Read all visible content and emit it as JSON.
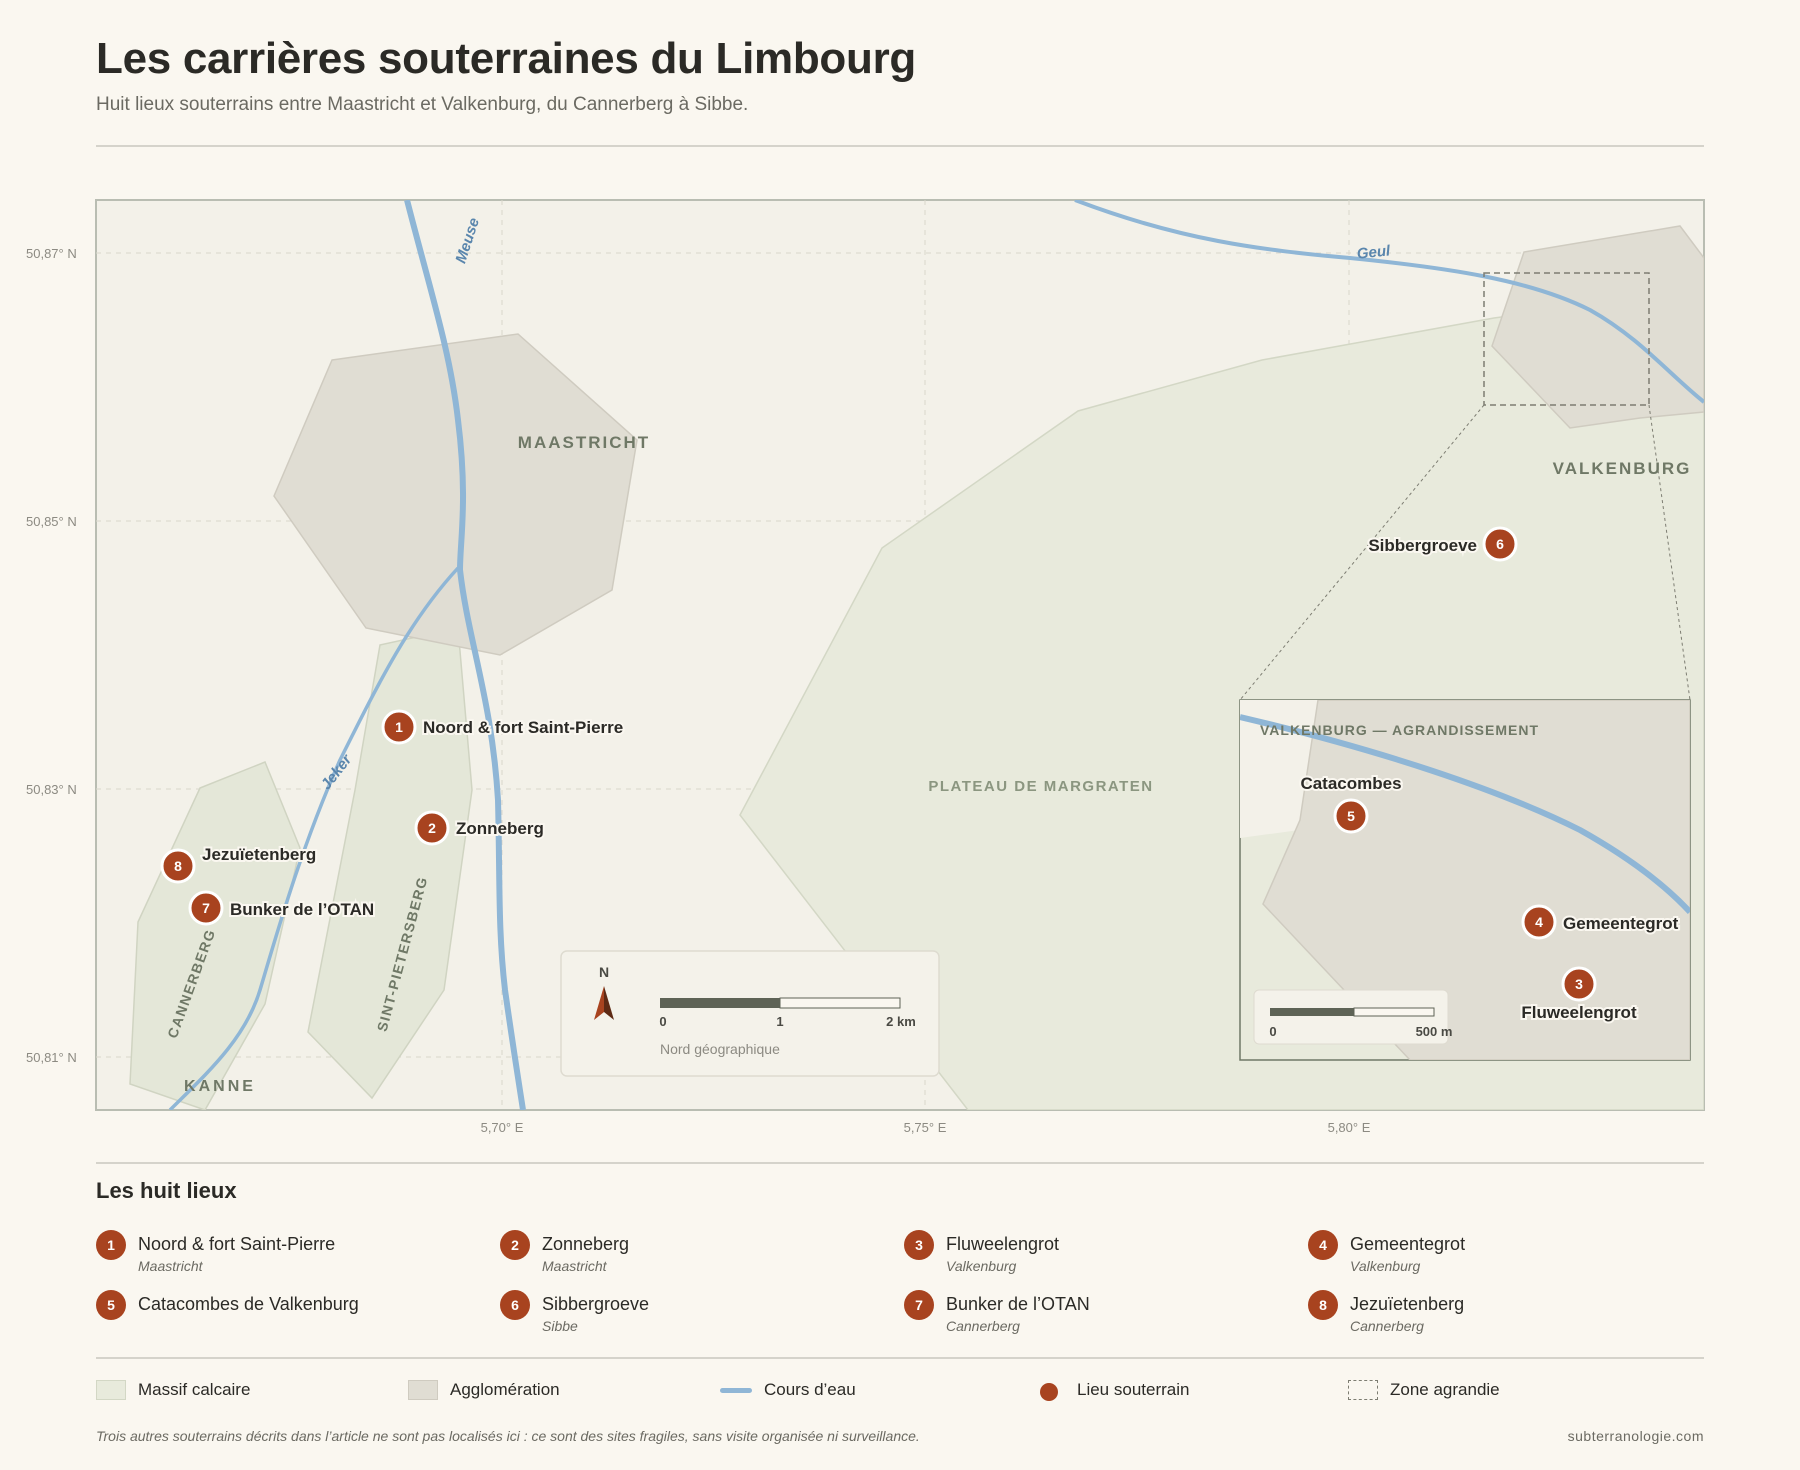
{
  "title": "Les carrières souterraines du Limbourg",
  "subtitle": "Huit lieux souterrains entre Maastricht et Valkenburg, du Cannerberg à Sibbe.",
  "map": {
    "lat_labels": [
      "50,87° N",
      "50,85° N",
      "50,83° N",
      "50,81° N"
    ],
    "lon_labels": [
      "5,70° E",
      "5,75° E",
      "5,80° E"
    ],
    "places": {
      "maastricht": "MAASTRICHT",
      "valkenburg": "VALKENBURG",
      "plateau": "PLATEAU DE MARGRATEN",
      "kanne": "KANNE",
      "cannerberg": "CANNERBERG",
      "sint_pietersberg": "SINT-PIETERSBERG"
    },
    "rivers": {
      "meuse": "Meuse",
      "geul": "Geul",
      "jeker": "Jeker"
    },
    "markers": [
      {
        "num": "1",
        "label": "Noord & fort Saint-Pierre"
      },
      {
        "num": "2",
        "label": "Zonneberg"
      },
      {
        "num": "6",
        "label": "Sibbergroeve"
      },
      {
        "num": "7",
        "label": "Bunker de l’OTAN"
      },
      {
        "num": "8",
        "label": "Jezuïetenberg"
      }
    ],
    "compass": {
      "north": "N",
      "caption": "Nord géographique"
    },
    "scale": {
      "ticks": [
        "0",
        "1",
        "2 km"
      ]
    },
    "inset": {
      "title": "VALKENBURG — AGRANDISSEMENT",
      "markers": [
        {
          "num": "5",
          "label": "Catacombes"
        },
        {
          "num": "4",
          "label": "Gemeentegrot"
        },
        {
          "num": "3",
          "label": "Fluweelengrot"
        }
      ],
      "scale": {
        "ticks": [
          "0",
          "500 m"
        ]
      }
    }
  },
  "locations_title": "Les huit lieux",
  "locations": [
    {
      "num": "1",
      "name": "Noord & fort Saint-Pierre",
      "place": "Maastricht"
    },
    {
      "num": "2",
      "name": "Zonneberg",
      "place": "Maastricht"
    },
    {
      "num": "3",
      "name": "Fluweelengrot",
      "place": "Valkenburg"
    },
    {
      "num": "4",
      "name": "Gemeentegrot",
      "place": "Valkenburg"
    },
    {
      "num": "5",
      "name": "Catacombes de Valkenburg",
      "place": ""
    },
    {
      "num": "6",
      "name": "Sibbergroeve",
      "place": "Sibbe"
    },
    {
      "num": "7",
      "name": "Bunker de l’OTAN",
      "place": "Cannerberg"
    },
    {
      "num": "8",
      "name": "Jezuïetenberg",
      "place": "Cannerberg"
    }
  ],
  "legend": {
    "massif": "Massif calcaire",
    "agglo": "Agglomération",
    "water": "Cours d’eau",
    "site": "Lieu souterrain",
    "zoom": "Zone agrandie"
  },
  "colors": {
    "marker": "#a8431f",
    "water": "#8fb6d6",
    "massif": "#e8eadc",
    "agglo": "#e0ddd3",
    "background": "#faf7f0"
  },
  "note": "Trois autres souterrains décrits dans l’article ne sont pas localisés ici : ce sont des sites fragiles, sans visite organisée ni surveillance.",
  "credit": "subterranologie.com"
}
